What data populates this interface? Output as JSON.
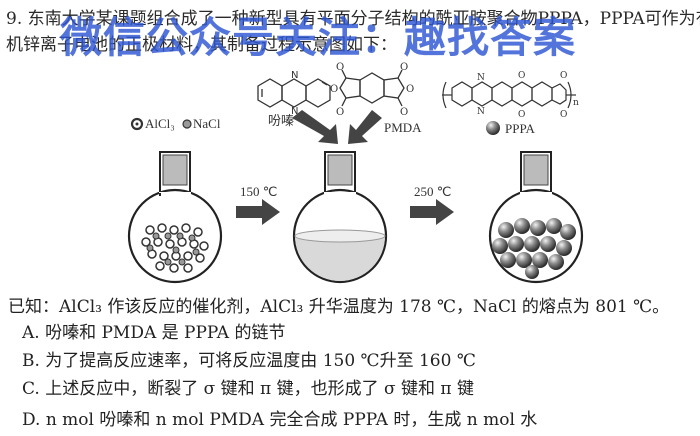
{
  "question": {
    "line1": "9. 东南大学某课题组合成了一种新型具有平面分子结构的酰亚胺聚合物PPPA，PPPA可作为有",
    "line2": "机锌离子电池的正极材料，其制备过程示意图如下："
  },
  "watermark": "微信公众号关注：趣找答案",
  "diagram": {
    "legend_alcl3": "AlCl₃",
    "legend_nacl": "NaCl",
    "phenazine": "吩嗪",
    "pmda": "PMDA",
    "pppa": "PPPA",
    "temp1": "150 ℃",
    "temp2": "250 ℃"
  },
  "known": "已知：AlCl₃ 作该反应的催化剂，AlCl₃ 升华温度为 178 ℃，NaCl 的熔点为 801 ℃。",
  "options": [
    "A. 吩嗪和 PMDA 是 PPPA 的链节",
    "B. 为了提高反应速率，可将反应温度由 150 ℃升至 160 ℃",
    "C. 上述反应中，断裂了 σ 键和 π 键，也形成了 σ 键和 π 键",
    "D. n mol 吩嗪和 n mol PMDA 完全合成 PPPA 时，生成 n mol 水"
  ]
}
